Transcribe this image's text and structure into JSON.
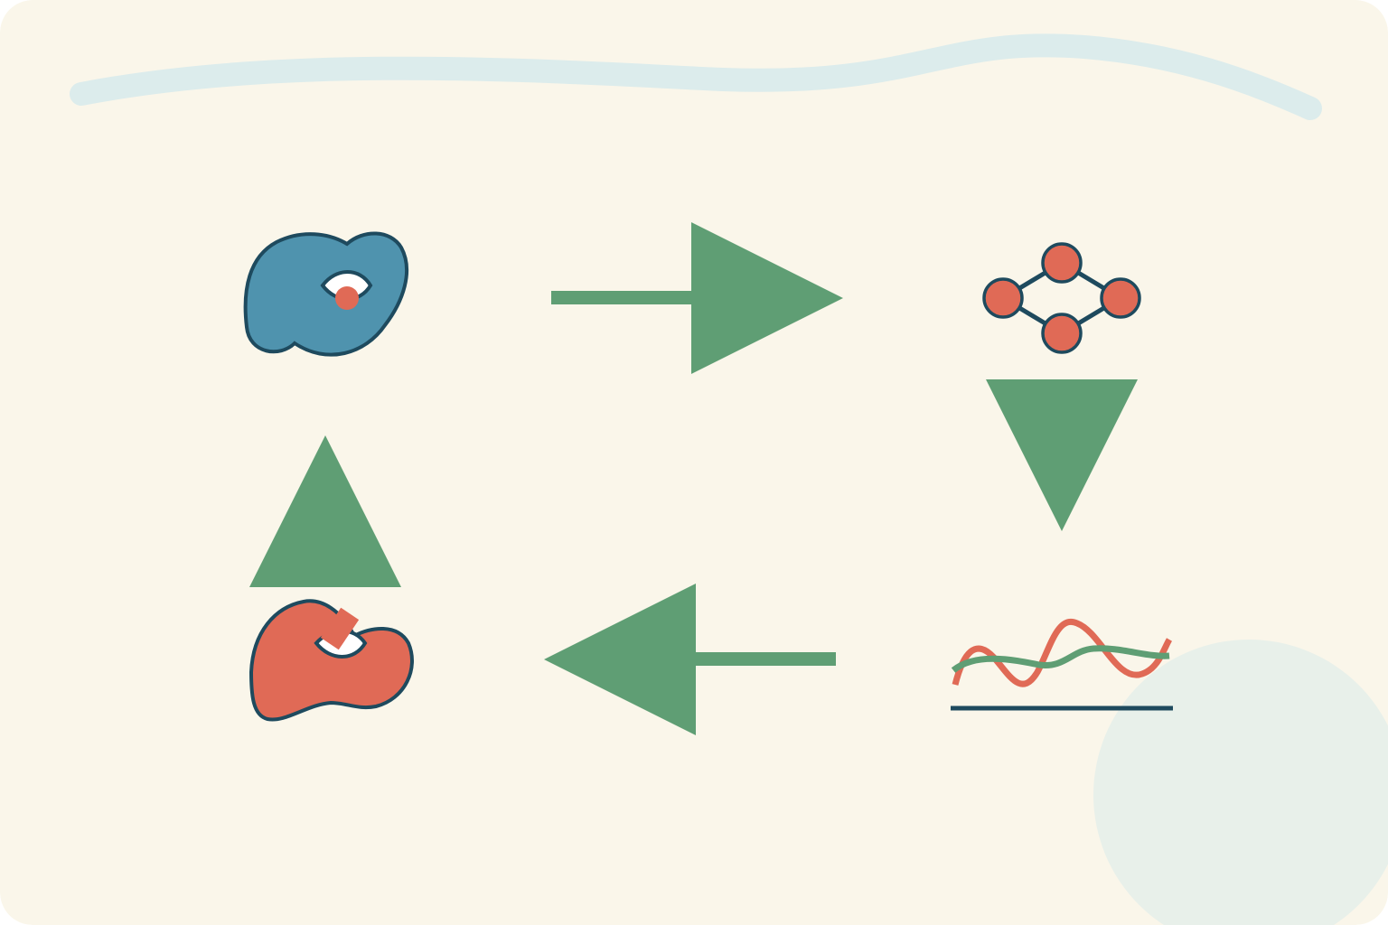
{
  "colors": {
    "background": "#FAF6EA",
    "decor_stroke": "#DCECEC",
    "decor_circle": "#E8F0EA",
    "arrow": "#5F9E74",
    "outline": "#1E4A5E",
    "blob_blue": "#4F93AE",
    "accent_red": "#E06A56",
    "wave_green": "#5F9E74",
    "eye_white": "#FFFFFF"
  },
  "nodes": [
    {
      "id": "top-left",
      "icon": "blue-blob-with-eye-icon"
    },
    {
      "id": "top-right",
      "icon": "node-network-icon"
    },
    {
      "id": "bottom-right",
      "icon": "wave-signal-icon"
    },
    {
      "id": "bottom-left",
      "icon": "red-blob-with-eye-icon"
    }
  ],
  "arrows": [
    {
      "from": "top-left",
      "to": "top-right",
      "direction": "right"
    },
    {
      "from": "top-right",
      "to": "bottom-right",
      "direction": "down"
    },
    {
      "from": "bottom-right",
      "to": "bottom-left",
      "direction": "left"
    },
    {
      "from": "bottom-left",
      "to": "top-left",
      "direction": "up"
    }
  ]
}
